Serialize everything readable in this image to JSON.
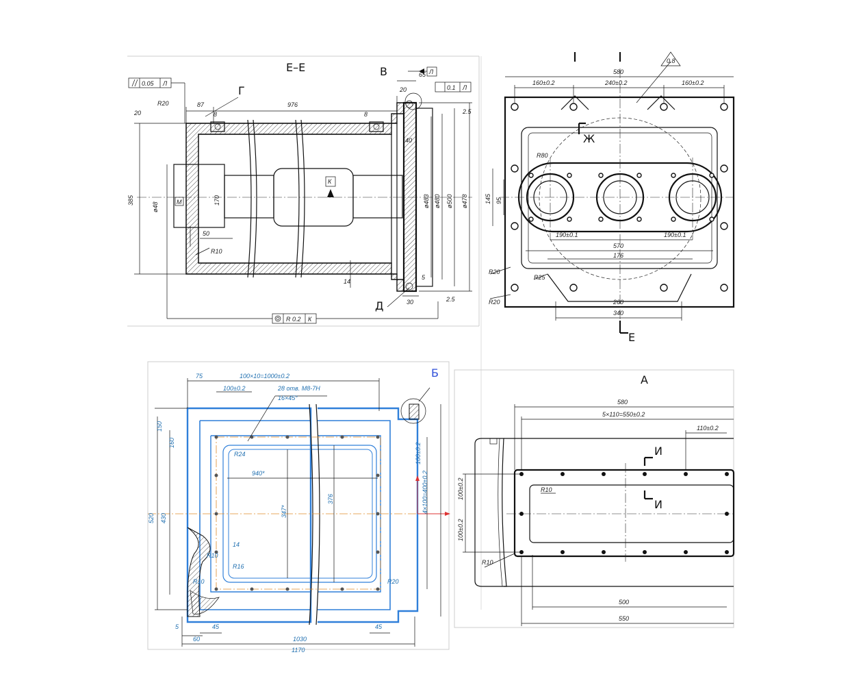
{
  "views": {
    "section_ee": {
      "title": "Е–Е",
      "labels": [
        "В",
        "Г",
        "Д"
      ],
      "tolerance_frames": [
        "0.05",
        "Л",
        "0.1",
        "Л",
        "R 0.2",
        "К",
        "Л"
      ],
      "datum_marks": [
        "К",
        "М"
      ],
      "dims": [
        "65",
        "20",
        "87",
        "8",
        "976",
        "8",
        "R20",
        "20",
        "40",
        "50",
        "R10",
        "14",
        "5",
        "30",
        "2.5",
        "2.5",
        "385",
        "170",
        "ø483",
        "ø480",
        "ø500",
        "ø478",
        "ø48"
      ]
    },
    "front_view": {
      "labels": [
        "Ж",
        "Е"
      ],
      "dims": [
        "580",
        "160±0.2",
        "240±0.2",
        "160±0.2",
        "R80",
        "145",
        "95",
        "190±0.1",
        "190±0.1",
        "570",
        "176",
        "R20",
        "R25",
        "R20",
        "260",
        "340",
        "0.8"
      ]
    },
    "plan_view": {
      "label": "Б",
      "dims": [
        "75",
        "100×10=1000±0.2",
        "100±0.2",
        "28 отв. М8-7Н",
        "16×45°",
        "R24",
        "940*",
        "347*",
        "376",
        "R10",
        "R16",
        "R10",
        "R20",
        "5",
        "45",
        "45",
        "60",
        "1030",
        "520",
        "430",
        "14",
        "150",
        "160",
        "100±0.2",
        "4×100=400±0.2",
        "1170"
      ]
    },
    "view_a": {
      "title": "А",
      "labels": [
        "И",
        "И"
      ],
      "dims": [
        "580",
        "5×110=550±0.2",
        "110±0.2",
        "R10",
        "R10",
        "100±0.2",
        "100±0.2",
        "500",
        "550"
      ]
    }
  }
}
